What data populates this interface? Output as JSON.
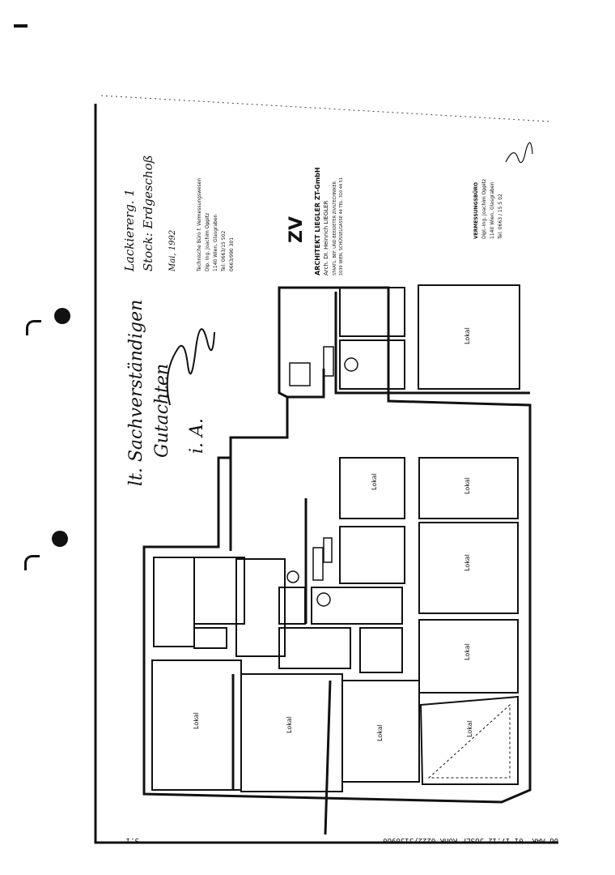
{
  "title_block": {
    "line1": "Lackiererg. 1",
    "line2": "Stock: Erdgeschoß",
    "date": "Mai, 1992"
  },
  "surveyor_block": {
    "line1": "Technische Büro f. Vermessungswesen",
    "line2": "Dip. Ing. Joachim Oppitz",
    "line3": "1140 Wien, Glasgraben",
    "line4": "Tel: 0663/15 502",
    "line5": "0663/990 301"
  },
  "architect_stamp": {
    "logo": "ZV",
    "name": "ARCHITEKT LIEGLER ZT-GmbH",
    "person": "Arch. DI. Heinrich LIEGLER",
    "address": "STAATL. BEF. UND BEEIDETER ZIVILTECHNIKER",
    "city": "1030 WIEN, SCHÜSSELGASSE 44 TEL. 310 44 51"
  },
  "surveyor_stamp": {
    "line1": "VERMESSUNGSBÜRO",
    "line2": "Dipl.-Ing. Joachim Oppitz",
    "line3": "1140 Wien, Glasgraben",
    "line4": "Tel. 0663 / 15 5 02"
  },
  "handwriting": {
    "note1": "lt. Sachverständigen",
    "note2": "Gutachten",
    "signature": "i. A."
  },
  "fax_header": "06 MAR '01 17:12   JOSEF ROHR  0222/3130960",
  "page_number": "S.1",
  "rooms": [
    {
      "id": "r1",
      "name": "Lokal"
    },
    {
      "id": "r2",
      "name": "Lokal"
    },
    {
      "id": "r3",
      "name": "Lokal"
    },
    {
      "id": "r4",
      "name": "Lokal"
    },
    {
      "id": "r5",
      "name": "Lokal"
    },
    {
      "id": "r6",
      "name": "Lokal"
    },
    {
      "id": "r7",
      "name": "Lokal"
    },
    {
      "id": "r8",
      "name": "Lokal"
    },
    {
      "id": "r9",
      "name": "Lokal"
    }
  ]
}
